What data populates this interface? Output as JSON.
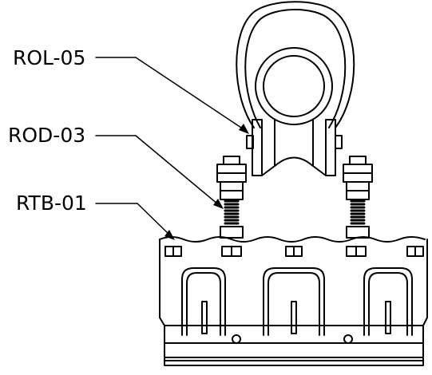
{
  "callouts": {
    "rol": "ROL-05",
    "rod": "ROD-03",
    "rtb": "RTB-01"
  }
}
